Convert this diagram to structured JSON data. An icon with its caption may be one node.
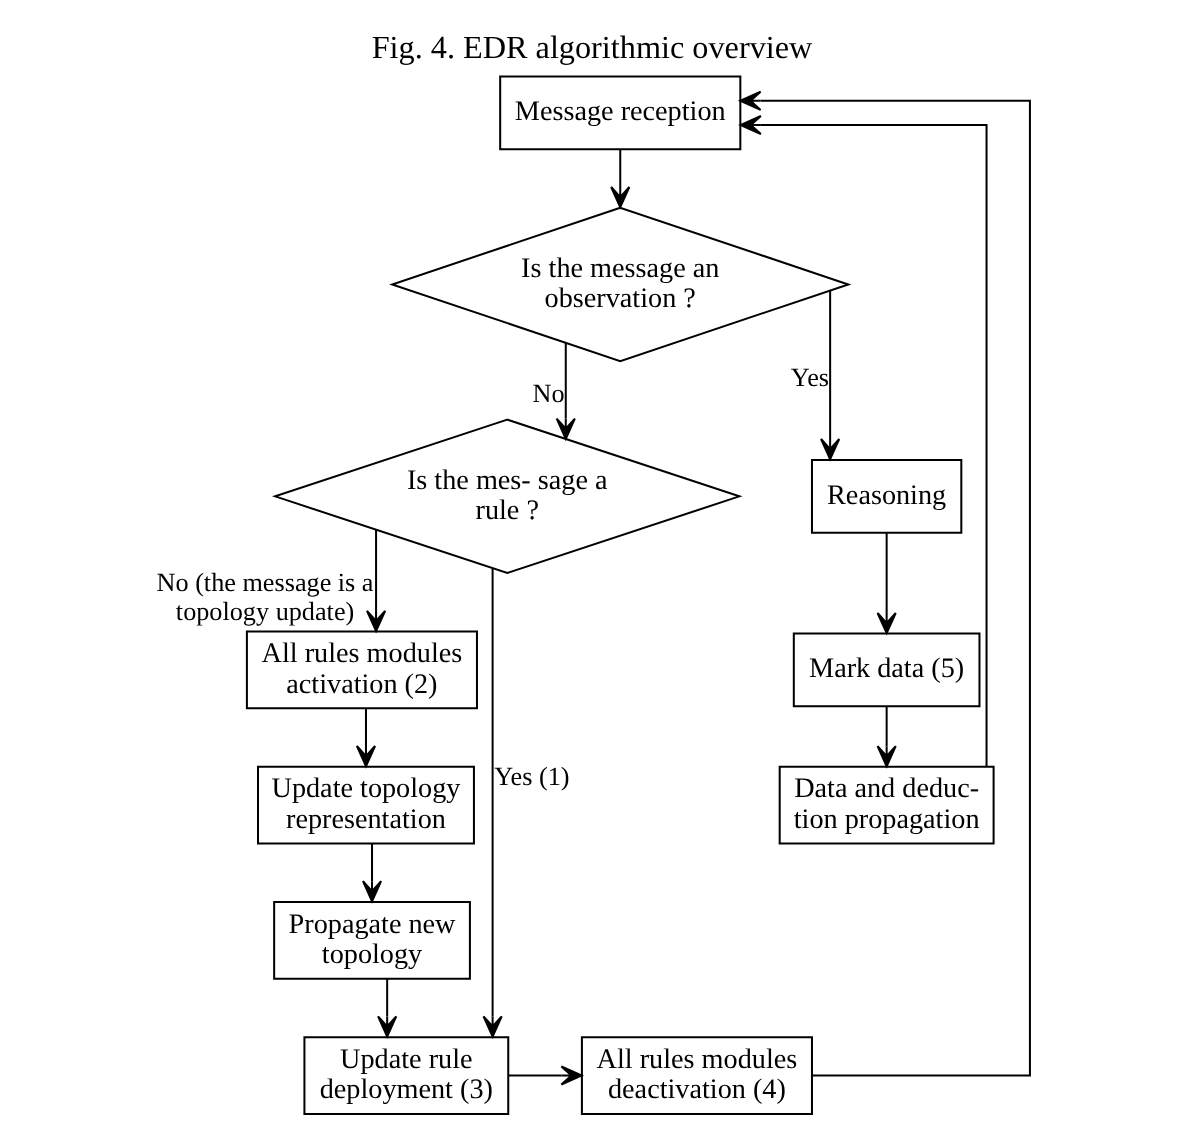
{
  "diagram": {
    "title": "Fig. 4. EDR algorithmic overview",
    "nodes": [
      {
        "text": [
          "Message reception"
        ]
      },
      {
        "text": [
          "Is the message an observation ?"
        ]
      },
      {
        "text": [
          "Is the mes- sage a rule ?"
        ]
      },
      {
        "text": [
          "Reasoning"
        ]
      },
      {
        "text": [
          "Mark data (5)"
        ]
      },
      {
        "text": [
          "Data and deduc- tion propagation"
        ]
      },
      {
        "text": [
          "All rules modules activation (2)"
        ]
      },
      {
        "text": [
          "Update topology representation"
        ]
      },
      {
        "text": [
          "Propagate new topology"
        ]
      },
      {
        "text": [
          "Update rule deployment (3)"
        ]
      },
      {
        "text": [
          "All rules modules deactivation (4)"
        ]
      }
    ],
    "edges": [
      {
        "from": 0,
        "to": 1,
        "arrow": "to"
      },
      {
        "from": 1,
        "to": 2,
        "arrow": "to",
        "label": "No"
      },
      {
        "from": 1,
        "to": 3,
        "arrow": "to",
        "label": "Yes"
      },
      {
        "from": 3,
        "to": 4,
        "arrow": "to"
      },
      {
        "from": 4,
        "to": 5,
        "arrow": "to"
      },
      {
        "from": 5,
        "to": 0,
        "arrow": "to"
      },
      {
        "from": 2,
        "to": 9,
        "arrow": "to",
        "label": "Yes (1)"
      },
      {
        "from": 2,
        "to": 6,
        "arrow": "to",
        "label": "No (the message is a topology update)"
      },
      {
        "from": 6,
        "to": 7,
        "arrow": "to"
      },
      {
        "from": 7,
        "to": 8,
        "arrow": "to"
      },
      {
        "from": 8,
        "to": 9,
        "arrow": "to"
      },
      {
        "from": 9,
        "to": 10,
        "arrow": "to"
      },
      {
        "from": 10,
        "to": 0,
        "arrow": "to"
      }
    ]
  }
}
